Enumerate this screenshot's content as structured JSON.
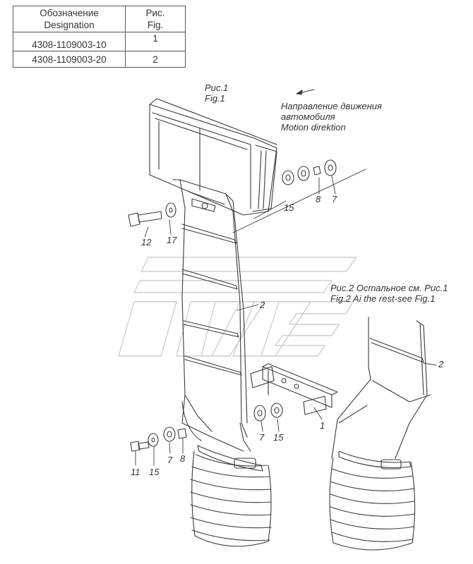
{
  "table": {
    "header": {
      "designation": [
        "Обозначение",
        "Designation"
      ],
      "figure": [
        "Рис.",
        "Fig."
      ]
    },
    "rows": [
      {
        "designation": "4308-1109003-10",
        "figure": "1"
      },
      {
        "designation": "4308-1109003-20",
        "figure": "2"
      }
    ]
  },
  "captions": {
    "fig1": [
      "Рис.1",
      "Fig.1"
    ],
    "motion": [
      "Направление движения",
      "автомобиля",
      "Motion direktion"
    ],
    "fig2": [
      "Рис.2 Остальное см. Рис.1",
      "Fig.2 Ai the rest-see Fig.1"
    ]
  },
  "callouts": {
    "fig1": [
      "15",
      "8",
      "7",
      "12",
      "17",
      "2",
      "1",
      "7",
      "15",
      "11",
      "15",
      "7",
      "8"
    ],
    "fig2": [
      "2"
    ]
  }
}
